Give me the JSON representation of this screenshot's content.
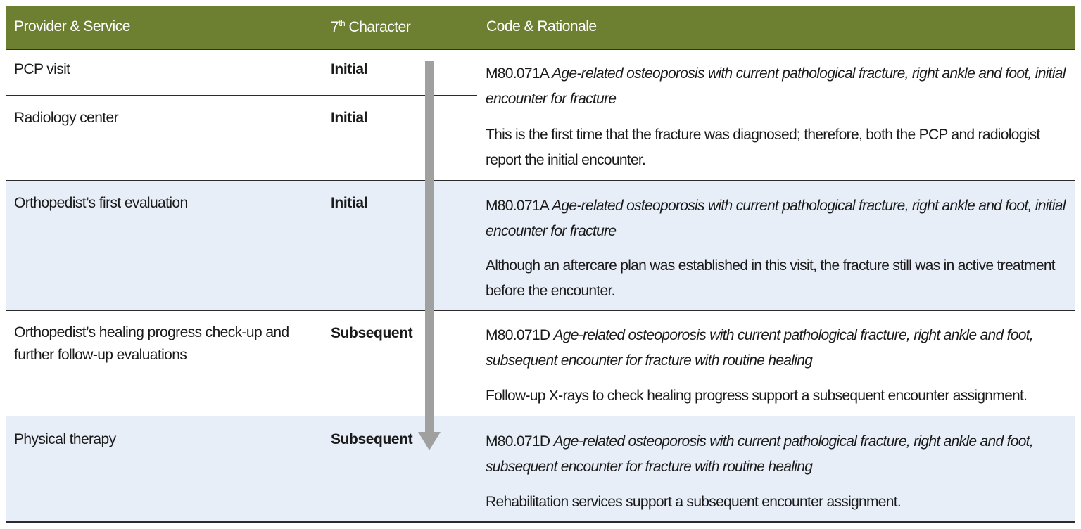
{
  "header": {
    "col1": "Provider & Service",
    "col2_pre": "7",
    "col2_sup": "th",
    "col2_post": " Character",
    "col3": "Code & Rationale"
  },
  "rows": [
    {
      "providers": [
        {
          "service": "PCP visit",
          "character": "Initial"
        },
        {
          "service": "Radiology center",
          "character": "Initial"
        }
      ],
      "code": "M80.071A",
      "description": "Age-related osteoporosis with current pathological fracture, right ankle and foot, initial encounter for fracture",
      "rationale": "This is the first time that the fracture was diagnosed; therefore, both the PCP and radiologist report the initial encounter."
    },
    {
      "providers": [
        {
          "service": "Orthopedist’s first evaluation",
          "character": "Initial"
        }
      ],
      "code": "M80.071A",
      "description": "Age-related osteoporosis with current pathological fracture, right ankle and foot, initial encounter for fracture",
      "rationale": "Although an aftercare plan was established in this visit, the fracture still was in active treatment before the encounter."
    },
    {
      "providers": [
        {
          "service": "Orthopedist’s healing progress check-up and further follow-up evaluations",
          "character": "Subsequent"
        }
      ],
      "code": "M80.071D",
      "description": "Age-related osteoporosis with current pathological fracture, right ankle and foot, subsequent encounter for fracture with routine healing",
      "rationale": "Follow-up X-rays to check healing progress support a subsequent encounter assignment."
    },
    {
      "providers": [
        {
          "service": "Physical therapy",
          "character": "Subsequent"
        }
      ],
      "code": "M80.071D",
      "description": "Age-related osteoporosis with current pathological fracture, right ankle and foot, subsequent encounter for fracture with routine healing",
      "rationale": "Rehabilitation services support a subsequent encounter assignment."
    }
  ],
  "colors": {
    "header_bg": "#6d7f31",
    "shaded_row_bg": "#e7eef7",
    "arrow": "#a0a0a0"
  },
  "icons": {
    "progression_arrow": "down-arrow-icon"
  }
}
